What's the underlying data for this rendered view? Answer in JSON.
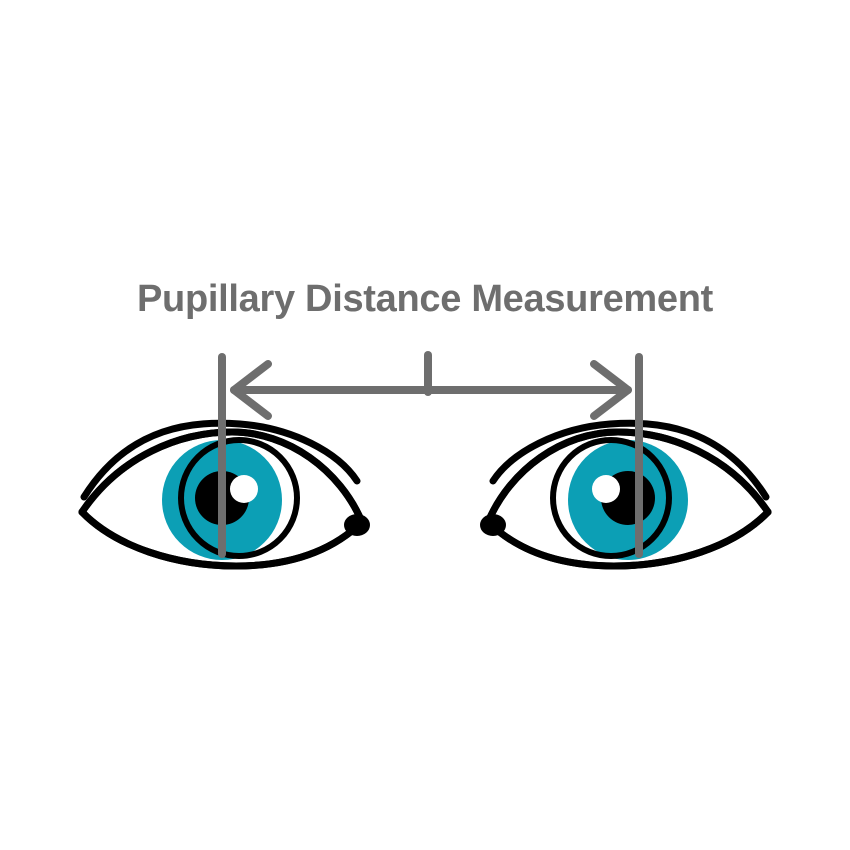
{
  "figure": {
    "title": "Pupillary Distance Measurement",
    "background_color": "#ffffff",
    "title_color": "#6e6e6e",
    "accent_color": "#0c9fb5",
    "line_color": "#000000",
    "measure_color": "#6e6e6e"
  },
  "measurement": {
    "left_guide_label": "left-pupil-guide-line",
    "right_guide_label": "right-pupil-guide-line",
    "center_tick_label": "center-tick-mark",
    "arrow_label": "pupillary-distance-arrow",
    "arrow_direction": "double-headed"
  },
  "eyes": {
    "left": {
      "name": "left-eye",
      "iris_color": "#0c9fb5",
      "pupil_color": "#000000",
      "highlight_color": "#ffffff",
      "sclera_color": "#ffffff"
    },
    "right": {
      "name": "right-eye",
      "iris_color": "#0c9fb5",
      "pupil_color": "#000000",
      "highlight_color": "#ffffff",
      "sclera_color": "#ffffff"
    }
  }
}
